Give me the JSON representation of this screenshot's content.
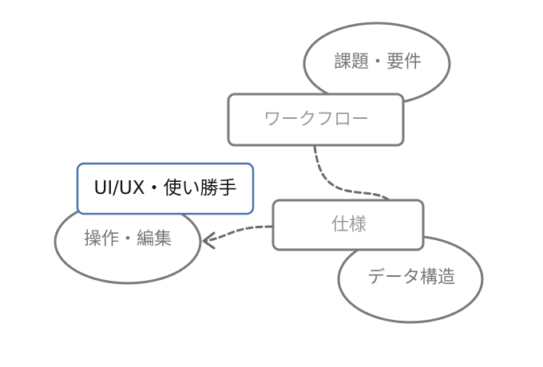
{
  "diagram": {
    "nodes": {
      "issues_requirements": "課題・要件",
      "workflow": "ワークフロー",
      "spec": "仕様",
      "data_structure": "データ構造",
      "ui_ux_usability": "UI/UX・使い勝手",
      "operation_editing": "操作・編集"
    },
    "colors": {
      "outline": "#7a7a7a",
      "accent_outline": "#4a72b0",
      "text": "#767676",
      "connector": "#6b6b6b"
    }
  }
}
